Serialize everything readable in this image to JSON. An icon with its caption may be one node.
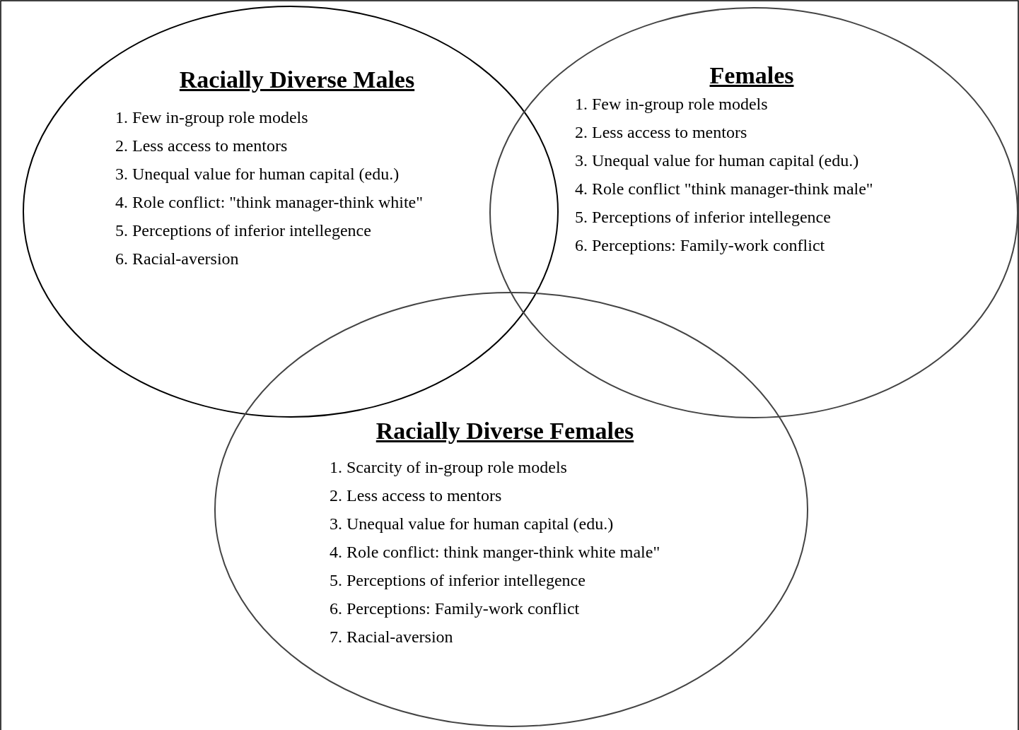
{
  "diagram": {
    "nodes": [
      {
        "text": [
          "Racially Diverse Males",
          "1. Few in-group role models",
          "2. Less access to mentors",
          "3. Unequal value for human capital (edu.)",
          "4. Role conflict: \"think manager-think white\"",
          "5. Perceptions of inferior intellegence",
          "6. Racial-aversion"
        ]
      },
      {
        "text": [
          "Females",
          "1. Few in-group role models",
          "2. Less access to mentors",
          "3. Unequal value for human capital (edu.)",
          "4. Role conflict \"think manager-think male\"",
          "5. Perceptions of inferior intellegence",
          "6. Perceptions: Family-work conflict"
        ]
      },
      {
        "text": [
          "Racially Diverse Females",
          "1. Scarcity of in-group role models",
          "2. Less access to mentors",
          "3. Unequal value for human capital (edu.)",
          "4. Role conflict: think manger-think white male\"",
          "5. Perceptions of inferior intellegence",
          "6. Perceptions: Family-work conflict",
          "7. Racial-aversion"
        ]
      }
    ]
  }
}
